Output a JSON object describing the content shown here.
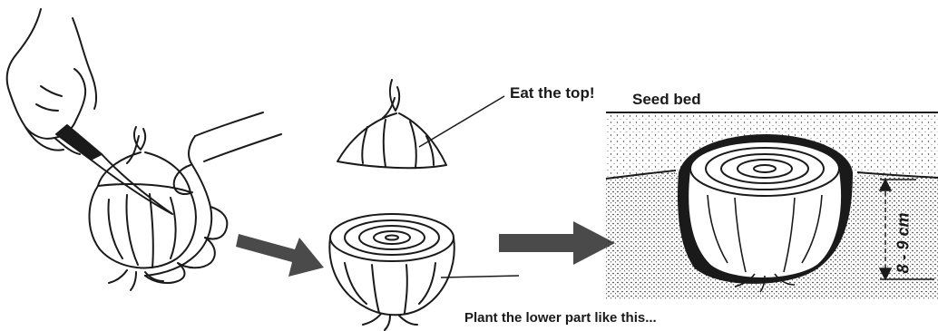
{
  "labels": {
    "eat_top": "Eat the top!",
    "seed_bed": "Seed bed",
    "plant_lower": "Plant the lower part like this...",
    "depth": "8 - 9 cm"
  },
  "icons": [
    "hand-with-knife-icon",
    "onion-icon",
    "onion-top-icon",
    "onion-bulb-icon",
    "arrow-right-icon",
    "soil-cross-section-icon"
  ],
  "colors": {
    "ink": "#1a1a1a",
    "arrow": "#4a4a4a",
    "background": "#ffffff"
  }
}
